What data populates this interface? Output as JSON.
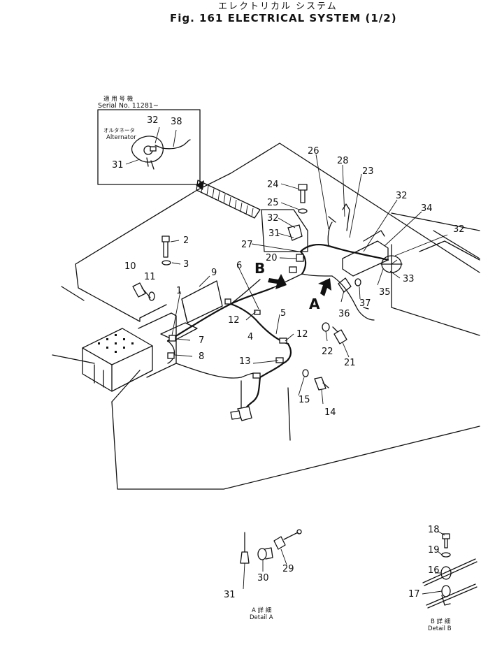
{
  "header": {
    "title_jp": "エレクトリカル システム",
    "title_en": "Fig. 161 ELECTRICAL SYSTEM (1/2)"
  },
  "inset": {
    "applicable_jp": "適 用 号 機",
    "serial": "Serial No. 11281~",
    "alternator_jp": "オルタネータ",
    "alternator": "Alternator"
  },
  "detail_a": {
    "label_jp": "A 詳 細",
    "label": "Detail A"
  },
  "detail_b": {
    "label_jp": "B 詳 細",
    "label": "Detail B"
  },
  "view_markers": {
    "a": "A",
    "b": "B"
  },
  "callouts": {
    "c1": "1",
    "c2": "2",
    "c3": "3",
    "c4": "4",
    "c5": "5",
    "c6": "6",
    "c7": "7",
    "c8": "8",
    "c9": "9",
    "c10": "10",
    "c11": "11",
    "c12a": "12",
    "c12b": "12",
    "c13": "13",
    "c14": "14",
    "c15": "15",
    "c16": "16",
    "c17": "17",
    "c18": "18",
    "c19": "19",
    "c20": "20",
    "c21": "21",
    "c22": "22",
    "c23": "23",
    "c24": "24",
    "c25": "25",
    "c26": "26",
    "c27": "27",
    "c28": "28",
    "c29": "29",
    "c30": "30",
    "c31a": "31",
    "c31b": "31",
    "c31c": "31",
    "c32a": "32",
    "c32b": "32",
    "c32c": "32",
    "c32d": "32",
    "c33": "33",
    "c34": "34",
    "c35": "35",
    "c36": "36",
    "c37": "37",
    "c38": "38"
  }
}
